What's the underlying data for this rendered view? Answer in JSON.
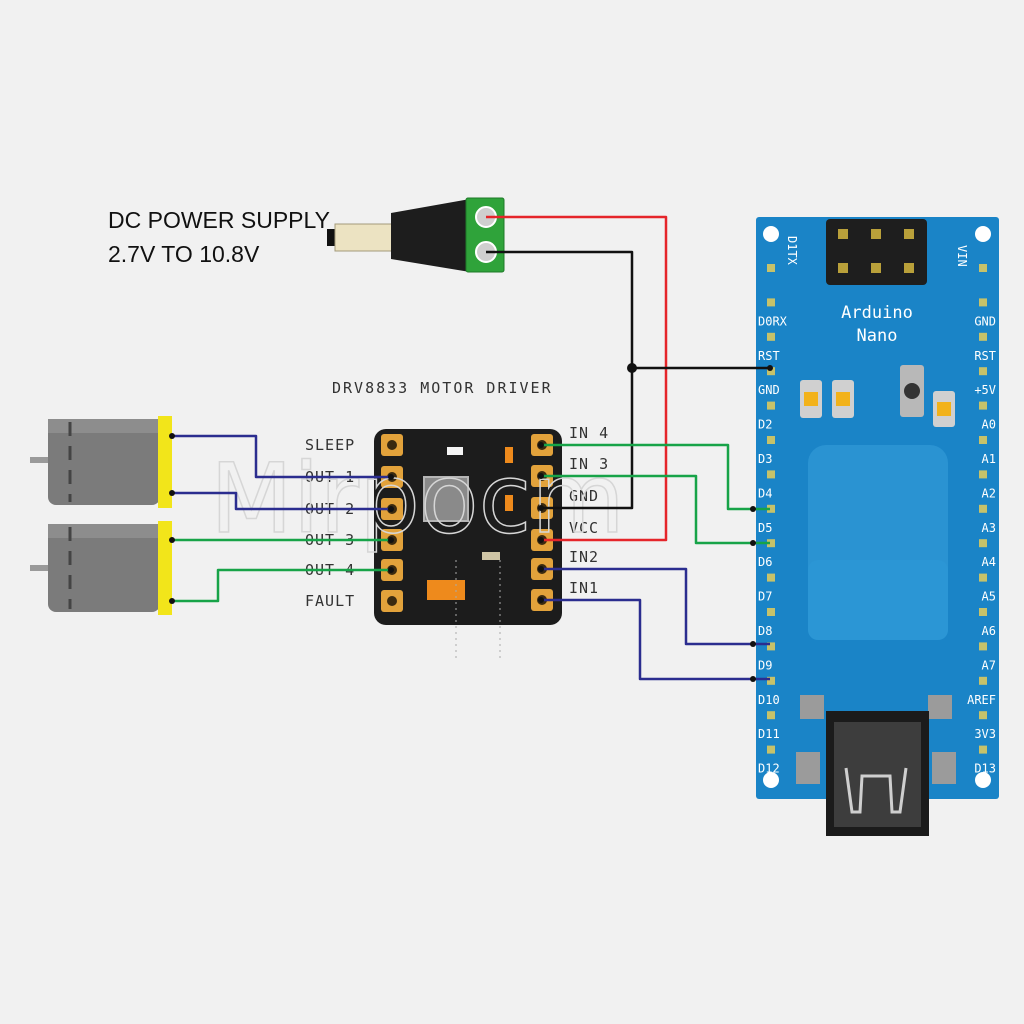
{
  "power_supply": {
    "title": "DC POWER SUPPLY",
    "range": "2.7V TO 10.8V"
  },
  "driver": {
    "title": "DRV8833 MOTOR DRIVER",
    "left_pins": [
      "SLEEP",
      "OUT 1",
      "OUT 2",
      "OUT 3",
      "OUT 4",
      "FAULT"
    ],
    "right_pins": [
      "IN 4",
      "IN 3",
      "GND",
      "VCC",
      "IN2",
      "IN1"
    ]
  },
  "arduino": {
    "title_line1": "Arduino",
    "title_line2": "Nano",
    "left_pins": [
      "D1TX",
      "D0RX",
      "RST",
      "GND",
      "D2",
      "D3",
      "D4",
      "D5",
      "D6",
      "D7",
      "D8",
      "D9",
      "D10",
      "D11",
      "D12"
    ],
    "right_pins": [
      "VIN",
      "GND",
      "RST",
      "+5V",
      "A0",
      "A1",
      "A2",
      "A3",
      "A4",
      "A5",
      "A6",
      "A7",
      "AREF",
      "3V3",
      "D13"
    ]
  },
  "watermark": "Mirpocm",
  "wire_colors": {
    "red": "#e5252a",
    "black": "#111111",
    "green": "#17a348",
    "blue": "#2b2d8f"
  },
  "board_colors": {
    "arduino": "#1a84c7",
    "driver": "#1c1c1c",
    "pad": "#e2a23b",
    "motor_cap": "#f2e51a",
    "terminal": "#2fa33a"
  }
}
